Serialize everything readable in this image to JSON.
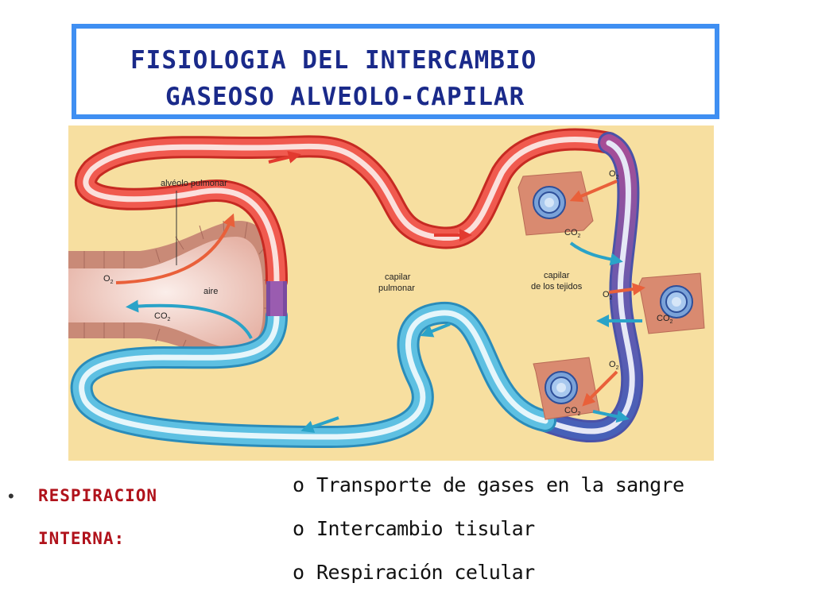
{
  "title": {
    "line1": "FISIOLOGIA DEL INTERCAMBIO",
    "line2": "GASEOSO ALVEOLO-CAPILAR"
  },
  "diagram": {
    "labels": {
      "alveolo": "alvéolo pulmonar",
      "aire": "aire",
      "capilar_pulmonar_1": "capilar",
      "capilar_pulmonar_2": "pulmonar",
      "capilar_tejidos_1": "capilar",
      "capilar_tejidos_2": "de los tejidos",
      "o2": "O",
      "co2": "CO",
      "sub2": "2"
    },
    "colors": {
      "background": "#f7dfa0",
      "oxygenated": "#e8322c",
      "deoxygenated": "#3aa9d4",
      "venous_end": "#5b4aa6",
      "alveolus": "#d99a88",
      "cell": "#d98a70"
    }
  },
  "bullet_symbol": "•",
  "section_label": {
    "line1": "RESPIRACION",
    "line2": "INTERNA:"
  },
  "list_marker": "o",
  "list": [
    "Transporte de gases en la sangre",
    "Intercambio tisular",
    "Respiración celular"
  ]
}
